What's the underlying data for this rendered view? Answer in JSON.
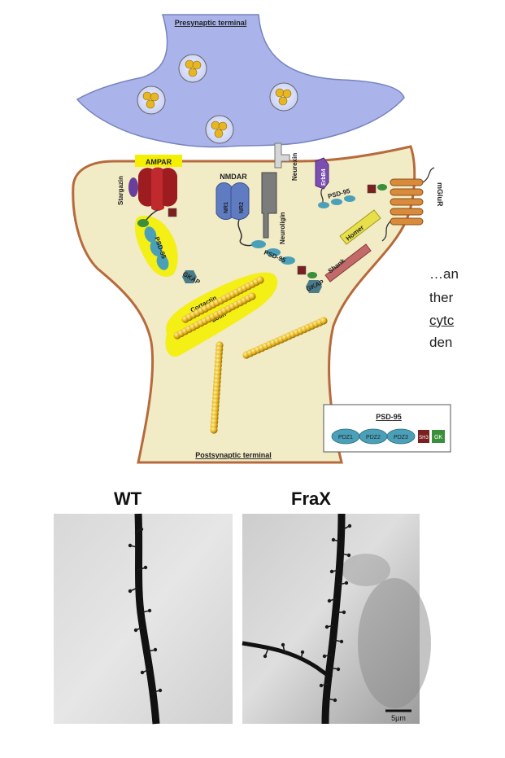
{
  "diagram": {
    "presynaptic_label": "Presynaptic terminal",
    "postsynaptic_label": "Postsynaptic terminal",
    "receptors": {
      "ampar": "AMPAR",
      "nmdar": "NMDAR",
      "nr1": "NR1",
      "nr2": "NR2",
      "mglur": "mGluR",
      "erbb4": "ErbB4"
    },
    "proteins": {
      "stargazin": "Stargazin",
      "neurexin": "Neurexin",
      "neuroligin": "Neuroligin",
      "psd95_left": "PSD-95",
      "psd95_mid": "PSD-95",
      "psd95_right": "PSD-95",
      "gkap_left": "GKAP",
      "gkap_mid": "GKAP",
      "homer": "Homer",
      "shank": "Shank",
      "cortactin": "Cortactin",
      "actin": "actin"
    },
    "legend": {
      "title": "PSD-95",
      "pdz1": "PDZ1",
      "pdz2": "PDZ2",
      "pdz3": "PDZ3",
      "sh3": "SH3",
      "gk": "GK"
    },
    "colors": {
      "presynaptic": "#aab4ea",
      "postsynaptic": "#f1ebc6",
      "membrane": "#b76a3c",
      "highlight": "#f4f000",
      "ampar": "#b52328",
      "nmdar": "#5f7cc2",
      "mglur": "#d98a3a",
      "actin": "#e8b620"
    }
  },
  "side_text": {
    "line1": "…an",
    "line2": "ther",
    "line3": "cytc",
    "line4": "den"
  },
  "micrographs": {
    "wt_title": "WT",
    "frax_title": "FraX",
    "scale_bar": "5µm"
  }
}
